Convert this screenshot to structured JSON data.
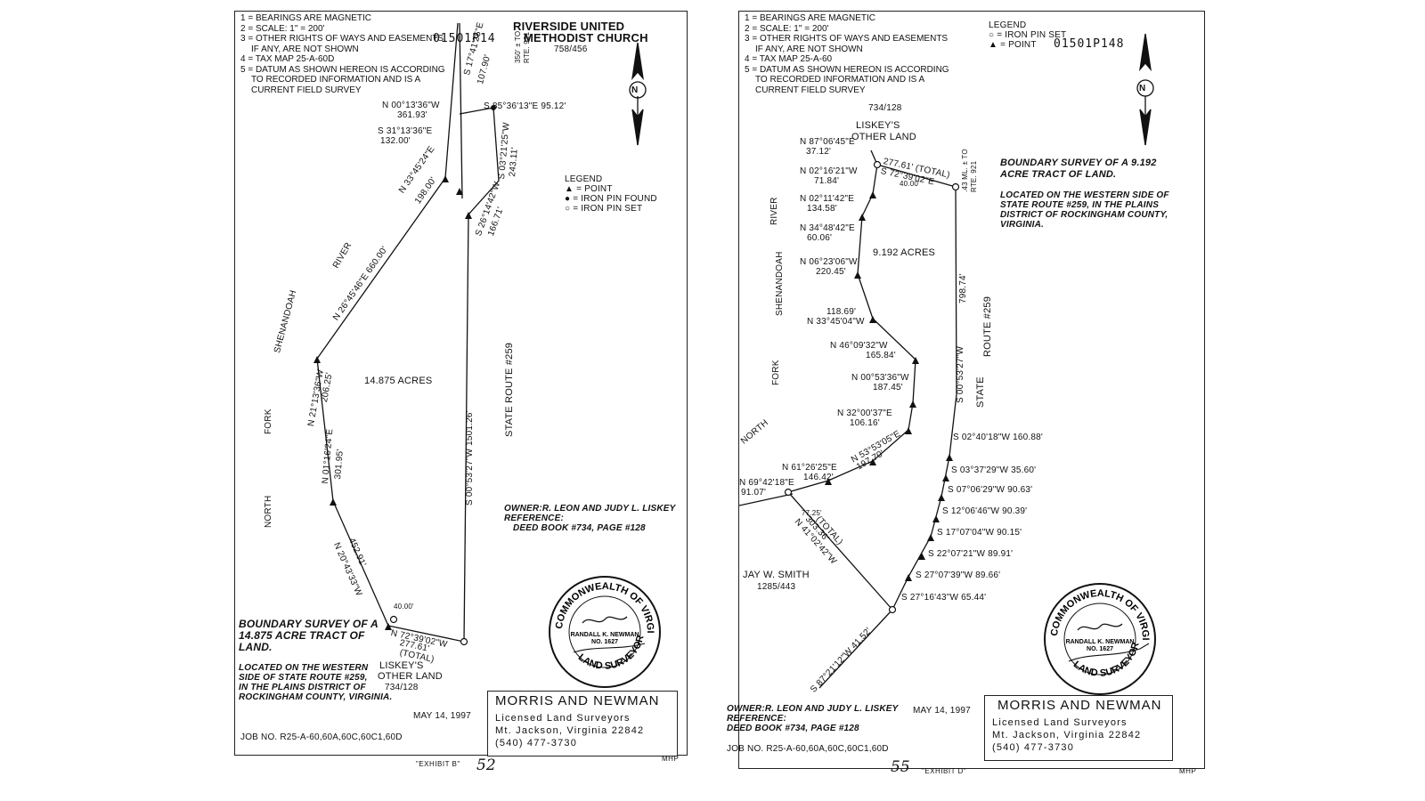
{
  "left": {
    "notes": [
      "1 = BEARINGS ARE MAGNETIC",
      "2 = SCALE:  1\" = 200'",
      "3 = OTHER RIGHTS OF WAYS AND EASEMENTS",
      "IF ANY, ARE NOT SHOWN",
      "4 = TAX MAP     25-A-60D",
      "5 = DATUM AS SHOWN HEREON IS ACCORDING",
      "TO RECORDED INFORMATION AND IS A",
      "CURRENT FIELD SURVEY"
    ],
    "stamp": "01501P14",
    "church": [
      "RIVERSIDE UNITED",
      "METHODIST CHURCH",
      "758/456"
    ],
    "legend": [
      "LEGEND",
      "▲ = POINT",
      "● = IRON PIN FOUND",
      "○ = IRON PIN SET"
    ],
    "river": [
      "RIVER",
      "SHENANDOAH",
      "FORK",
      "NORTH"
    ],
    "road": "STATE ROUTE #259",
    "acres": "14.875 ACRES",
    "calls": {
      "c1": "S 17°41'25\"E",
      "c1d": "107.90'",
      "to_rte": "350' ± TO",
      "rte921": "RTE. 921",
      "c2": "N 00°13'36\"W",
      "c2d": "361.93'",
      "c3": "S 85°36'13\"E  95.12'",
      "c4": "S 31°13'36\"E",
      "c4d": "132.00'",
      "c5": "N 33°45'24\"E",
      "c5d": "198.00'",
      "c6": "S 03°21'25\"W",
      "c6d": "243.11'",
      "c7": "S 26°14'42\"W",
      "c7d": "166.71'",
      "c8": "N 26°45'46\"E  660.00'",
      "c9": "N 21°13'36\"W",
      "c9d": "206.25'",
      "c10": "N 01°16'24\"E",
      "c10d": "301.95'",
      "c11": "S 00°53'27\"W   1501.26'",
      "c12": "N 20°43'33\"W",
      "c12d": "452.91'",
      "c13": "40.00'",
      "c14": "N 72°39'02\"W",
      "c14d": "277.61'",
      "c14t": "(TOTAL)"
    },
    "owner": [
      "OWNER:R. LEON AND JUDY L. LISKEY",
      "REFERENCE:",
      "DEED BOOK #734, PAGE #128"
    ],
    "liskey": [
      "LISKEY'S",
      "OTHER LAND",
      "734/128"
    ],
    "boundary": [
      "BOUNDARY SURVEY OF A",
      "14.875 ACRE TRACT OF",
      "LAND."
    ],
    "located": [
      "LOCATED ON THE WESTERN",
      "SIDE OF STATE ROUTE #259,",
      "IN THE PLAINS DISTRICT OF",
      "ROCKINGHAM COUNTY, VIRGINIA."
    ],
    "date": "MAY 14, 1997",
    "job": "JOB NO. R25-A-60,60A,60C,60C1,60D",
    "exhibit": "\"EXHIBIT B\"",
    "initials": "MHP",
    "pagenum": "52"
  },
  "right": {
    "notes": [
      "1 = BEARINGS ARE MAGNETIC",
      "2 = SCALE:  1\" = 200'",
      "3 = OTHER RIGHTS OF WAYS AND EASEMENTS",
      "IF ANY, ARE NOT SHOWN",
      "4 = TAX MAP    25-A-60",
      "5 = DATUM AS SHOWN HEREON IS ACCORDING",
      "TO RECORDED INFORMATION AND IS A",
      "CURRENT FIELD SURVEY"
    ],
    "legend": [
      "LEGEND",
      "○ = IRON PIN SET",
      "▲ = POINT"
    ],
    "stamp": "01501P148",
    "ref734": "734/128",
    "liskey": [
      "LISKEY'S",
      "OTHER LAND"
    ],
    "boundary": [
      "BOUNDARY SURVEY OF A 9.192",
      "ACRE TRACT OF LAND."
    ],
    "located": [
      "LOCATED ON THE WESTERN SIDE OF",
      "STATE ROUTE #259, IN THE PLAINS",
      "DISTRICT OF ROCKINGHAM COUNTY,",
      "VIRGINIA."
    ],
    "river": [
      "RIVER",
      "SHENANDOAH",
      "FORK",
      "NORTH"
    ],
    "road": [
      "ROUTE #259",
      "STATE"
    ],
    "acres": "9.192 ACRES",
    "calls": {
      "r1": "N 87°06'45\"E",
      "r1d": "37.12'",
      "r2": "277.61' (TOTAL)",
      "r2b": "S 72°39'02\"E",
      "r2c": "40.00'",
      "r3": ".43 ML. ± TO",
      "r3b": "RTE. 921",
      "r4": "N 02°16'21\"W",
      "r4d": "71.84'",
      "r5": "N 02°11'42\"E",
      "r5d": "134.58'",
      "r6": "N 34°48'42\"E",
      "r6d": "60.06'",
      "r7": "N 06°23'06\"W",
      "r7d": "220.45'",
      "r8": "118.69'",
      "r8b": "N 33°45'04\"W",
      "r9": "N 46°09'32\"W",
      "r9d": "165.84'",
      "r10": "N 00°53'36\"W",
      "r10d": "187.45'",
      "r11": "N 32°00'37\"E",
      "r11d": "106.16'",
      "r12": "N 53°53'05\"E",
      "r12d": "197.70'",
      "r13": "N 61°26'25\"E",
      "r13d": "146.42'",
      "r14": "N 69°42'18\"E",
      "r14d": "91.07'",
      "r15": "77.25'",
      "r16": "N 41°02'42\"W",
      "r16d": "303.36'",
      "r16t": "(TOTAL)",
      "r17": "S 87°21'12\"W  41.52'",
      "r18": "798.74'",
      "r18b": "S 00°53'27\"W",
      "s1": "S 02°40'18\"W    160.88'",
      "s2": "S 03°37'29\"W    35.60'",
      "s3": "S 07°06'29\"W   90.63'",
      "s4": "S 12°06'46\"W   90.39'",
      "s5": "S 17°07'04\"W   90.15'",
      "s6": "S 22°07'21\"W   89.91'",
      "s7": "S 27°07'39\"W   89.66'",
      "s8": "S 27°16'43\"W   65.44'"
    },
    "jay": [
      "JAY W. SMITH",
      "1285/443"
    ],
    "owner": [
      "OWNER:R. LEON AND JUDY L. LISKEY",
      "REFERENCE:",
      "DEED BOOK #734, PAGE #128"
    ],
    "date": "MAY 14, 1997",
    "job": "JOB NO. R25-A-60,60A,60C,60C1,60D",
    "exhibit": "\"EXHIBIT D\"",
    "initials": "MHP",
    "pagenum": "55"
  },
  "titleblock": {
    "firm": "MORRIS AND NEWMAN",
    "sub": "Licensed Land Surveyors",
    "addr": "Mt. Jackson, Virginia   22842",
    "phone": "(540) 477-3730"
  },
  "seal": {
    "top": "COMMONWEALTH OF VIRGINIA",
    "name": "RANDALL K. NEWMAN",
    "no": "NO. 1627",
    "bottom": "LAND SURVEYOR"
  },
  "north": "N"
}
